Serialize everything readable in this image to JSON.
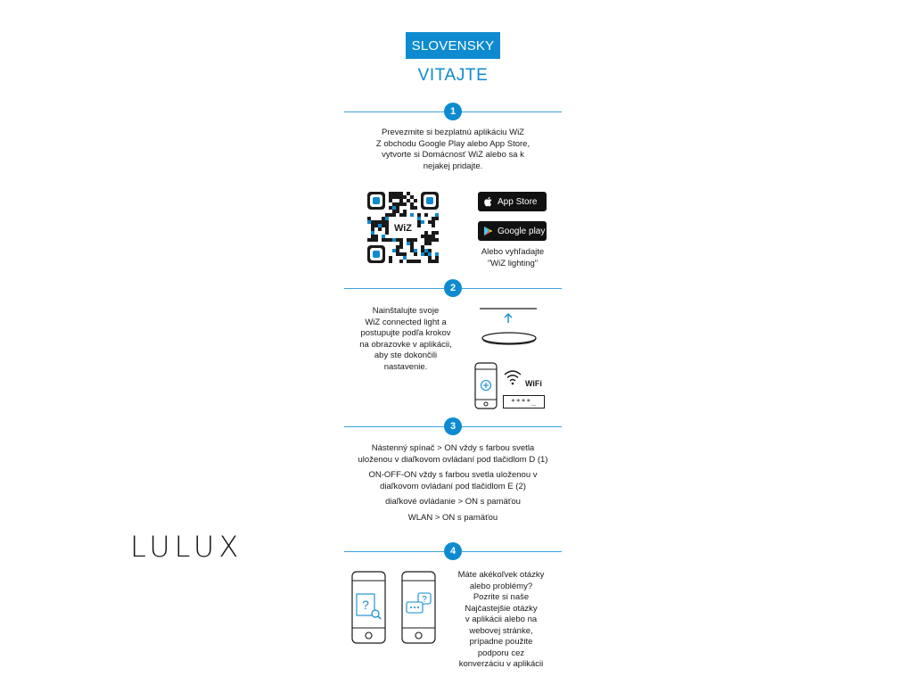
{
  "header": {
    "language": "SLOVENSKY",
    "welcome": "VITAJTE"
  },
  "steps": [
    {
      "number": "1",
      "lines": [
        "Prevezmite si bezplatnú aplikáciu WiZ",
        "Z obchodu Google Play alebo App Store,",
        "vytvorte si Domácnosť WiZ alebo sa k",
        "nejakej pridajte."
      ]
    },
    {
      "number": "2",
      "lines": [
        "Nainštalujte svoje",
        "WiZ connected light a",
        "postupujte podľa krokov",
        "na obrazovke v aplikácii,",
        "aby ste dokončili",
        "nastavenie."
      ]
    },
    {
      "number": "3",
      "paragraphs": [
        [
          "Nástenný spínač > ON vždy s farbou svetla",
          "uloženou v diaľkovom ovládaní pod tlačidlom D (1)"
        ],
        [
          "ON-OFF-ON vždy s farbou svetla uloženou v",
          "diaľkovom ovládaní pod tlačidlom E (2)"
        ],
        [
          "diaľkové ovládanie > ON s pamäťou"
        ],
        [
          "WLAN > ON s pamäťou"
        ]
      ]
    },
    {
      "number": "4",
      "lines": [
        "Máte akékoľvek otázky",
        "alebo problémy?",
        "Pozrite si naše",
        "Najčastejšie otázky",
        "v aplikácii alebo na",
        "webovej stránke,",
        "prípadne použite",
        "podporu cez",
        "konverzáciu v aplikácii"
      ]
    }
  ],
  "stores": {
    "app_store": "App Store",
    "google_play": "Google play",
    "search_line1": "Alebo vyhľadajte",
    "search_line2": "\"WiZ lighting\""
  },
  "qr_logo": "WiZ",
  "wifi_label": "WiFi",
  "password_mask": "****_",
  "brand": "LULUX",
  "colors": {
    "accent": "#0e8bd0",
    "text": "#1a1a1a",
    "button": "#111111"
  }
}
